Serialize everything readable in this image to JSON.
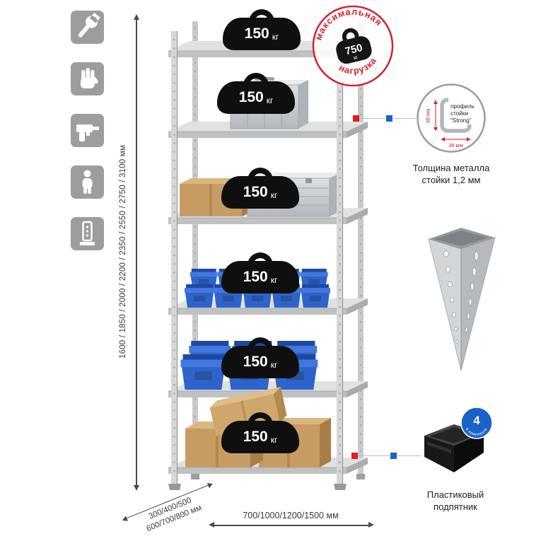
{
  "page": {
    "background": "#ffffff"
  },
  "colors": {
    "accent_red": "#d6202b",
    "accent_blue": "#1b62c8",
    "icon_tile_gray": "#9d9d9c",
    "bin_blue": "#2f63cc",
    "cardboard": "#c79c63",
    "weight_black": "#0f0f0f",
    "metal_gray": "#c7c9cb"
  },
  "feature_icons": [
    {
      "name": "wrench-icon"
    },
    {
      "name": "gloves-icon"
    },
    {
      "name": "drill-icon"
    },
    {
      "name": "person-icon"
    },
    {
      "name": "rack-post-icon"
    }
  ],
  "dimensions": {
    "height_label": "1600 / 1850 / 2000 / 2200 / 2350 / 2550 / 2750 / 3100 мм",
    "depth_line1": "300/400/500",
    "depth_line2": "600/700/800 мм",
    "width_label": "700/1000/1200/1500 мм"
  },
  "rack": {
    "shelves": [
      {
        "load": "150",
        "unit": "кг"
      },
      {
        "load": "150",
        "unit": "кг"
      },
      {
        "load": "150",
        "unit": "кг"
      },
      {
        "load": "150",
        "unit": "кг"
      },
      {
        "load": "150",
        "unit": "кг"
      },
      {
        "load": "150",
        "unit": "кг"
      }
    ]
  },
  "stamp": {
    "arc_top": "максимальная",
    "arc_bottom": "нагрузка",
    "load": "750",
    "unit": "кг"
  },
  "details": {
    "profile": {
      "line1": "профиль",
      "line2": "стойки",
      "line3": "“Strong”",
      "dim_v": "38 мм",
      "dim_h": "38 мм",
      "caption_line1": "Толщина металла",
      "caption_line2": "стойки 1,2 мм"
    },
    "foot": {
      "badge_number": "4",
      "badge_text": "в комплекте",
      "caption_line1": "Пластиковый",
      "caption_line2": "подпятник"
    }
  }
}
